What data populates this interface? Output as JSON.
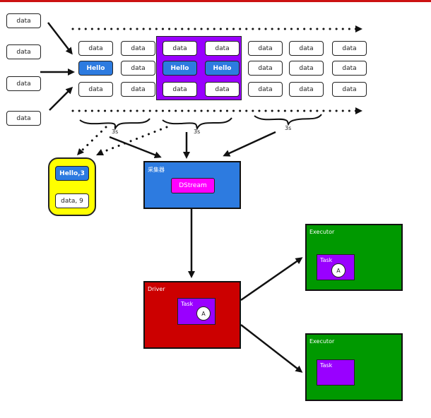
{
  "sources": [
    "data",
    "data",
    "data",
    "data"
  ],
  "stream_grid": {
    "rows": [
      [
        "data",
        "data",
        "data",
        "data",
        "data",
        "data",
        "data"
      ],
      [
        "Hello",
        "data",
        "Hello",
        "Hello",
        "data",
        "data",
        "data"
      ],
      [
        "data",
        "data",
        "data",
        "data",
        "data",
        "data",
        "data"
      ]
    ]
  },
  "windows": [
    "3s",
    "3s",
    "3s"
  ],
  "result": {
    "items": [
      "Hello,3",
      "data, 9"
    ]
  },
  "collector": {
    "title": "采集器",
    "stream": "DStream"
  },
  "driver": {
    "title": "Driver",
    "task": "Task",
    "task_badge": "A"
  },
  "executors": [
    {
      "title": "Executor",
      "task": "Task",
      "task_badge": "A"
    },
    {
      "title": "Executor",
      "task": "Task"
    }
  ],
  "colors": {
    "hello": "#2d7be0",
    "window_group": "#9900ff",
    "result_bg": "#ffff00",
    "collector": "#2d7be0",
    "dstream": "#ff00ff",
    "driver": "#cc0000",
    "executor": "#009900",
    "task": "#9900ff",
    "top_bar": "#cc1111"
  }
}
